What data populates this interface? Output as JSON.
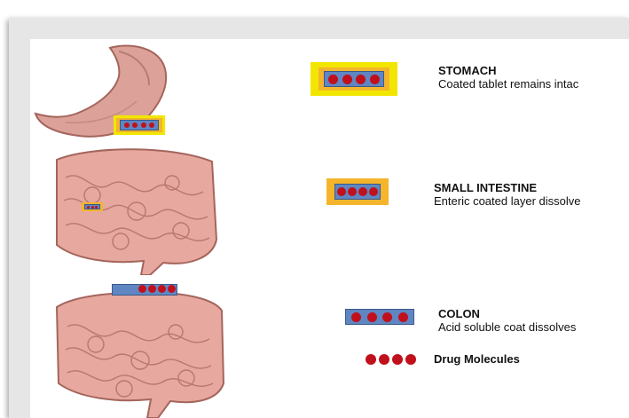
{
  "stages": [
    {
      "title": "STOMACH",
      "desc": "Coated tablet remains intac"
    },
    {
      "title": "SMALL INTESTINE",
      "desc": "Enteric coated layer dissolve"
    },
    {
      "title": "COLON",
      "desc": "Acid soluble coat dissolves"
    }
  ],
  "legend": {
    "label": "Drug Molecules"
  },
  "colors": {
    "outer_coat": "#f2e600",
    "enteric_coat": "#f4b52c",
    "acid_coat": "#5f86c2",
    "drug": "#c0101c",
    "tissue": "#e7a8a0"
  }
}
